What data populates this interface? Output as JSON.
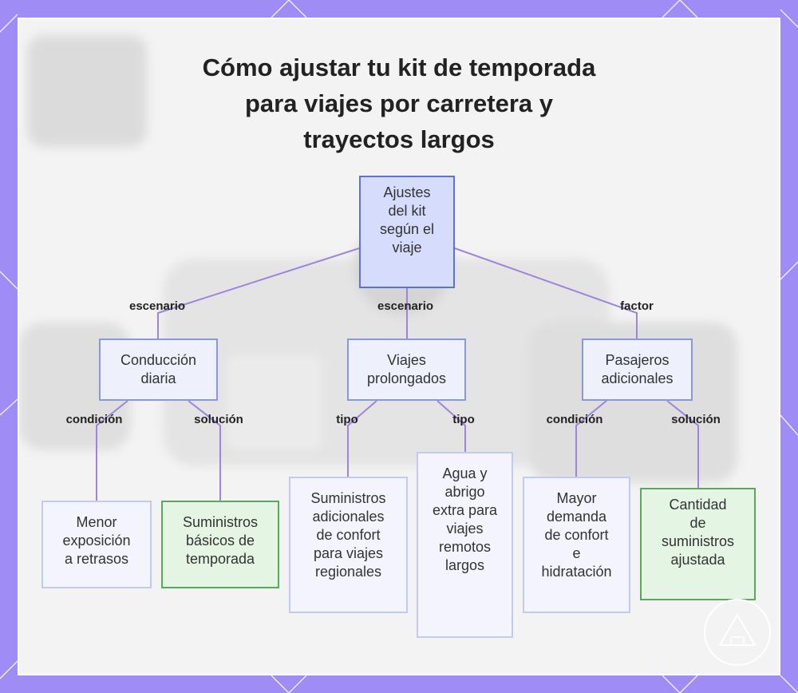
{
  "title_lines": [
    "Cómo ajustar tu kit de temporada",
    "para viajes por carretera y",
    "trayectos largos"
  ],
  "nodes": {
    "root": [
      "Ajustes",
      "del kit",
      "según el",
      "viaje"
    ],
    "daily": [
      "Conducción",
      "diaria"
    ],
    "long": [
      "Viajes",
      "prolongados"
    ],
    "passengers": [
      "Pasajeros",
      "adicionales"
    ],
    "delay": [
      "Menor",
      "exposición",
      "a retrasos"
    ],
    "basic": [
      "Suministros",
      "básicos de",
      "temporada"
    ],
    "regional": [
      "Suministros",
      "adicionales",
      "de confort",
      "para viajes",
      "regionales"
    ],
    "remote": [
      "Agua y",
      "abrigo",
      "extra para",
      "viajes",
      "remotos",
      "largos"
    ],
    "demand": [
      "Mayor",
      "demanda",
      "de confort",
      "e",
      "hidratación"
    ],
    "adjusted": [
      "Cantidad",
      "de",
      "suministros",
      "ajustada"
    ]
  },
  "edge_labels": {
    "root_daily": "escenario",
    "root_long": "escenario",
    "root_passengers": "factor",
    "daily_delay": "condición",
    "daily_basic": "solución",
    "long_regional": "tipo",
    "long_remote": "tipo",
    "passengers_demand": "condición",
    "passengers_adjusted": "solución"
  },
  "colors": {
    "frame": "#a08cf5",
    "edge": "#9d85dd",
    "root_fill": "#d6dcfb",
    "solution_fill": "#e4f5e4",
    "solution_border": "#59a85c"
  },
  "logo_icon": "triangle-badge-icon"
}
